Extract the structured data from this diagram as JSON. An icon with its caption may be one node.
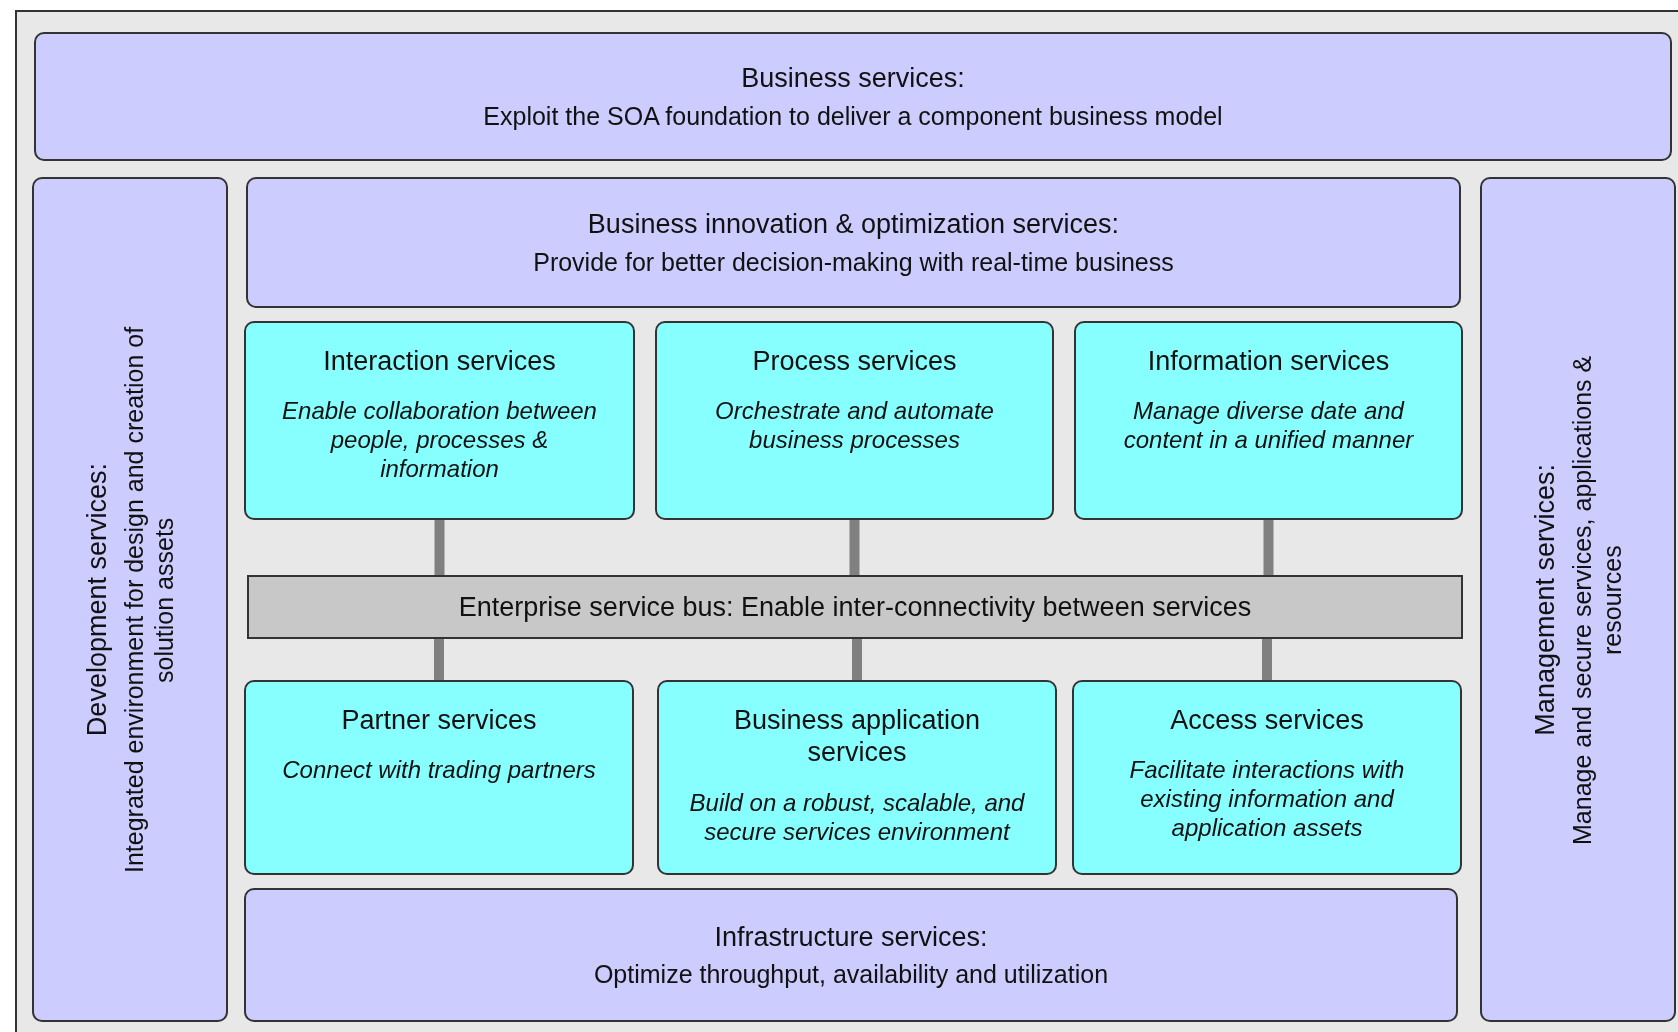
{
  "diagram": {
    "nodes": [
      {
        "text": [
          "Business services:",
          "Exploit the SOA foundation to deliver a component business model"
        ]
      },
      {
        "text": [
          "Development services:",
          "Integrated environment for design and creation of solution assets"
        ]
      },
      {
        "text": [
          "Business innovation & optimization services:",
          "Provide for better decision-making with real-time business"
        ]
      },
      {
        "text": [
          "Interaction services",
          "Enable collaboration between people, processes & information"
        ]
      },
      {
        "text": [
          "Process services",
          "Orchestrate and automate business processes"
        ]
      },
      {
        "text": [
          "Information services",
          "Manage diverse date and content in a unified manner"
        ]
      },
      {
        "text": [
          "Enterprise service bus: Enable inter-connectivity between services"
        ]
      },
      {
        "text": [
          "Partner services",
          "Connect with trading partners"
        ]
      },
      {
        "text": [
          "Business application services",
          "Build on a robust, scalable, and secure services environment"
        ]
      },
      {
        "text": [
          "Access services",
          "Facilitate interactions with existing information and application assets"
        ]
      },
      {
        "text": [
          "Infrastructure services:",
          "Optimize throughput, availability and utilization"
        ]
      },
      {
        "text": [
          "Management services:",
          "Manage and secure services, applications & resources"
        ]
      }
    ],
    "edges": [
      {
        "from": 3,
        "to": 6,
        "arrow": "none"
      },
      {
        "from": 4,
        "to": 6,
        "arrow": "none"
      },
      {
        "from": 5,
        "to": 6,
        "arrow": "none"
      },
      {
        "from": 6,
        "to": 7,
        "arrow": "none"
      },
      {
        "from": 6,
        "to": 8,
        "arrow": "none"
      },
      {
        "from": 6,
        "to": 9,
        "arrow": "none"
      }
    ]
  }
}
